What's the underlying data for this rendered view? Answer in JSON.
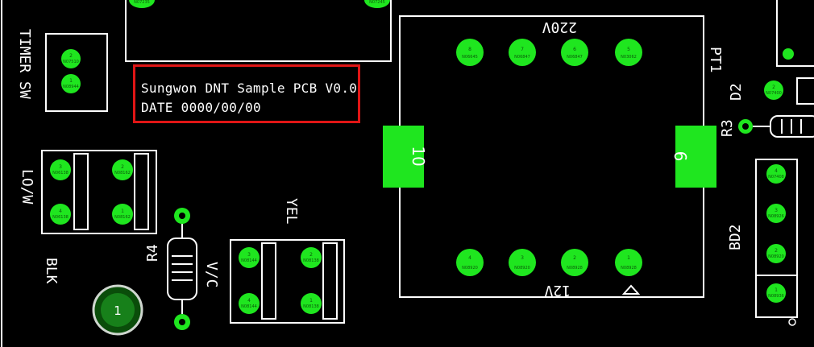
{
  "note": {
    "line1": "Sungwon DNT Sample PCB V0.0",
    "line2": "DATE 0000/00/00"
  },
  "labels": {
    "timer_sw": "TIMER SW",
    "lo_w": "LO/W",
    "blk": "BLK",
    "yel": "YEL",
    "v_c": "V/C",
    "r4": "R4",
    "r3": "R3",
    "d2": "D2",
    "bd2": "BD2",
    "pt1": "PT1",
    "v220": "220V",
    "v12": "12V"
  },
  "transformer": {
    "pad_left": "10",
    "pad_right": "9",
    "top_pins": [
      {
        "num": "8",
        "net": "N06645"
      },
      {
        "num": "7",
        "net": "N06847"
      },
      {
        "num": "6",
        "net": "N06847"
      },
      {
        "num": "5",
        "net": "N03062"
      }
    ],
    "bottom_pins": [
      {
        "num": "4",
        "net": "N08920"
      },
      {
        "num": "3",
        "net": "N08920"
      },
      {
        "num": "2",
        "net": "N08928"
      },
      {
        "num": "1",
        "net": "N08928"
      }
    ]
  },
  "timer_pins": [
    {
      "num": "2",
      "net": "N07510"
    },
    {
      "num": "1",
      "net": "N08944"
    }
  ],
  "low_relay_pins": [
    {
      "num": "3",
      "net": "N06138"
    },
    {
      "num": "2",
      "net": "N08162"
    },
    {
      "num": "4",
      "net": "N06138"
    },
    {
      "num": "1",
      "net": "N08162"
    }
  ],
  "yel_relay_pins": [
    {
      "num": "3",
      "net": "N08144"
    },
    {
      "num": "2",
      "net": "N08138"
    },
    {
      "num": "4",
      "net": "N08144"
    },
    {
      "num": "1",
      "net": "N08138"
    }
  ],
  "bd2_pins": [
    {
      "num": "4",
      "net": "N07408"
    },
    {
      "num": "3",
      "net": "N08926"
    },
    {
      "num": "2",
      "net": "N08920"
    },
    {
      "num": "1",
      "net": "N08936"
    }
  ],
  "d2_pin": {
    "num": "2",
    "net": "N07400"
  },
  "top_pins": [
    {
      "num": "",
      "net": "N07235"
    },
    {
      "num": "",
      "net": "N07245"
    }
  ],
  "mount_hole": "1"
}
